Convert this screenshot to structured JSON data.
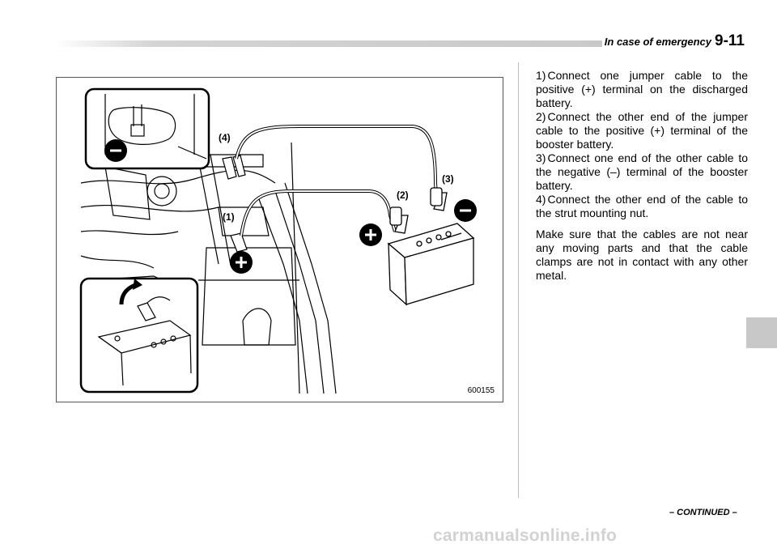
{
  "header": {
    "section": "In case of emergency",
    "page": "9-11"
  },
  "figure": {
    "code": "600155",
    "labels": {
      "l1": "(1)",
      "l2": "(2)",
      "l3": "(3)",
      "l4": "(4)"
    }
  },
  "instructions": {
    "steps": [
      {
        "num": "1)",
        "text": "Connect one jumper cable to the positive (+) terminal on the discharged battery."
      },
      {
        "num": "2)",
        "text": "Connect the other end of the jumper cable to the positive (+) terminal of the booster battery."
      },
      {
        "num": "3)",
        "text": "Connect one end of the other cable to the negative (–) terminal of the booster battery."
      },
      {
        "num": "4)",
        "text": "Connect the other end of the cable to the strut mounting nut."
      }
    ],
    "note": "Make sure that the cables are not near any moving parts and that the cable clamps are not in contact with any other metal."
  },
  "footer": {
    "continued": "– CONTINUED –",
    "watermark": "carmanualsonline.info"
  }
}
